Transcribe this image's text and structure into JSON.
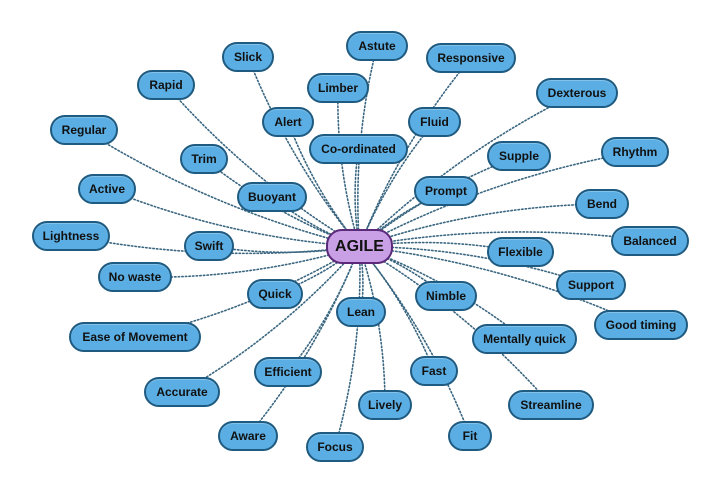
{
  "center": {
    "label": "AGILE"
  },
  "colors": {
    "node_fill": "#5aaee3",
    "node_border": "#1f5a80",
    "center_fill": "#c9a0e6",
    "center_border": "#5b2b7a",
    "connector": "#3a6680"
  },
  "nodes": [
    {
      "label": "Slick"
    },
    {
      "label": "Astute"
    },
    {
      "label": "Responsive"
    },
    {
      "label": "Rapid"
    },
    {
      "label": "Limber"
    },
    {
      "label": "Dexterous"
    },
    {
      "label": "Alert"
    },
    {
      "label": "Fluid"
    },
    {
      "label": "Regular"
    },
    {
      "label": "Co-ordinated"
    },
    {
      "label": "Trim"
    },
    {
      "label": "Supple"
    },
    {
      "label": "Rhythm"
    },
    {
      "label": "Active"
    },
    {
      "label": "Buoyant"
    },
    {
      "label": "Prompt"
    },
    {
      "label": "Bend"
    },
    {
      "label": "Lightness"
    },
    {
      "label": "Swift"
    },
    {
      "label": "Balanced"
    },
    {
      "label": "Flexible"
    },
    {
      "label": "No waste"
    },
    {
      "label": "Support"
    },
    {
      "label": "Quick"
    },
    {
      "label": "Nimble"
    },
    {
      "label": "Good timing"
    },
    {
      "label": "Lean"
    },
    {
      "label": "Ease of Movement"
    },
    {
      "label": "Mentally quick"
    },
    {
      "label": "Efficient"
    },
    {
      "label": "Fast"
    },
    {
      "label": "Accurate"
    },
    {
      "label": "Lively"
    },
    {
      "label": "Streamline"
    },
    {
      "label": "Aware"
    },
    {
      "label": "Focus"
    },
    {
      "label": "Fit"
    }
  ]
}
